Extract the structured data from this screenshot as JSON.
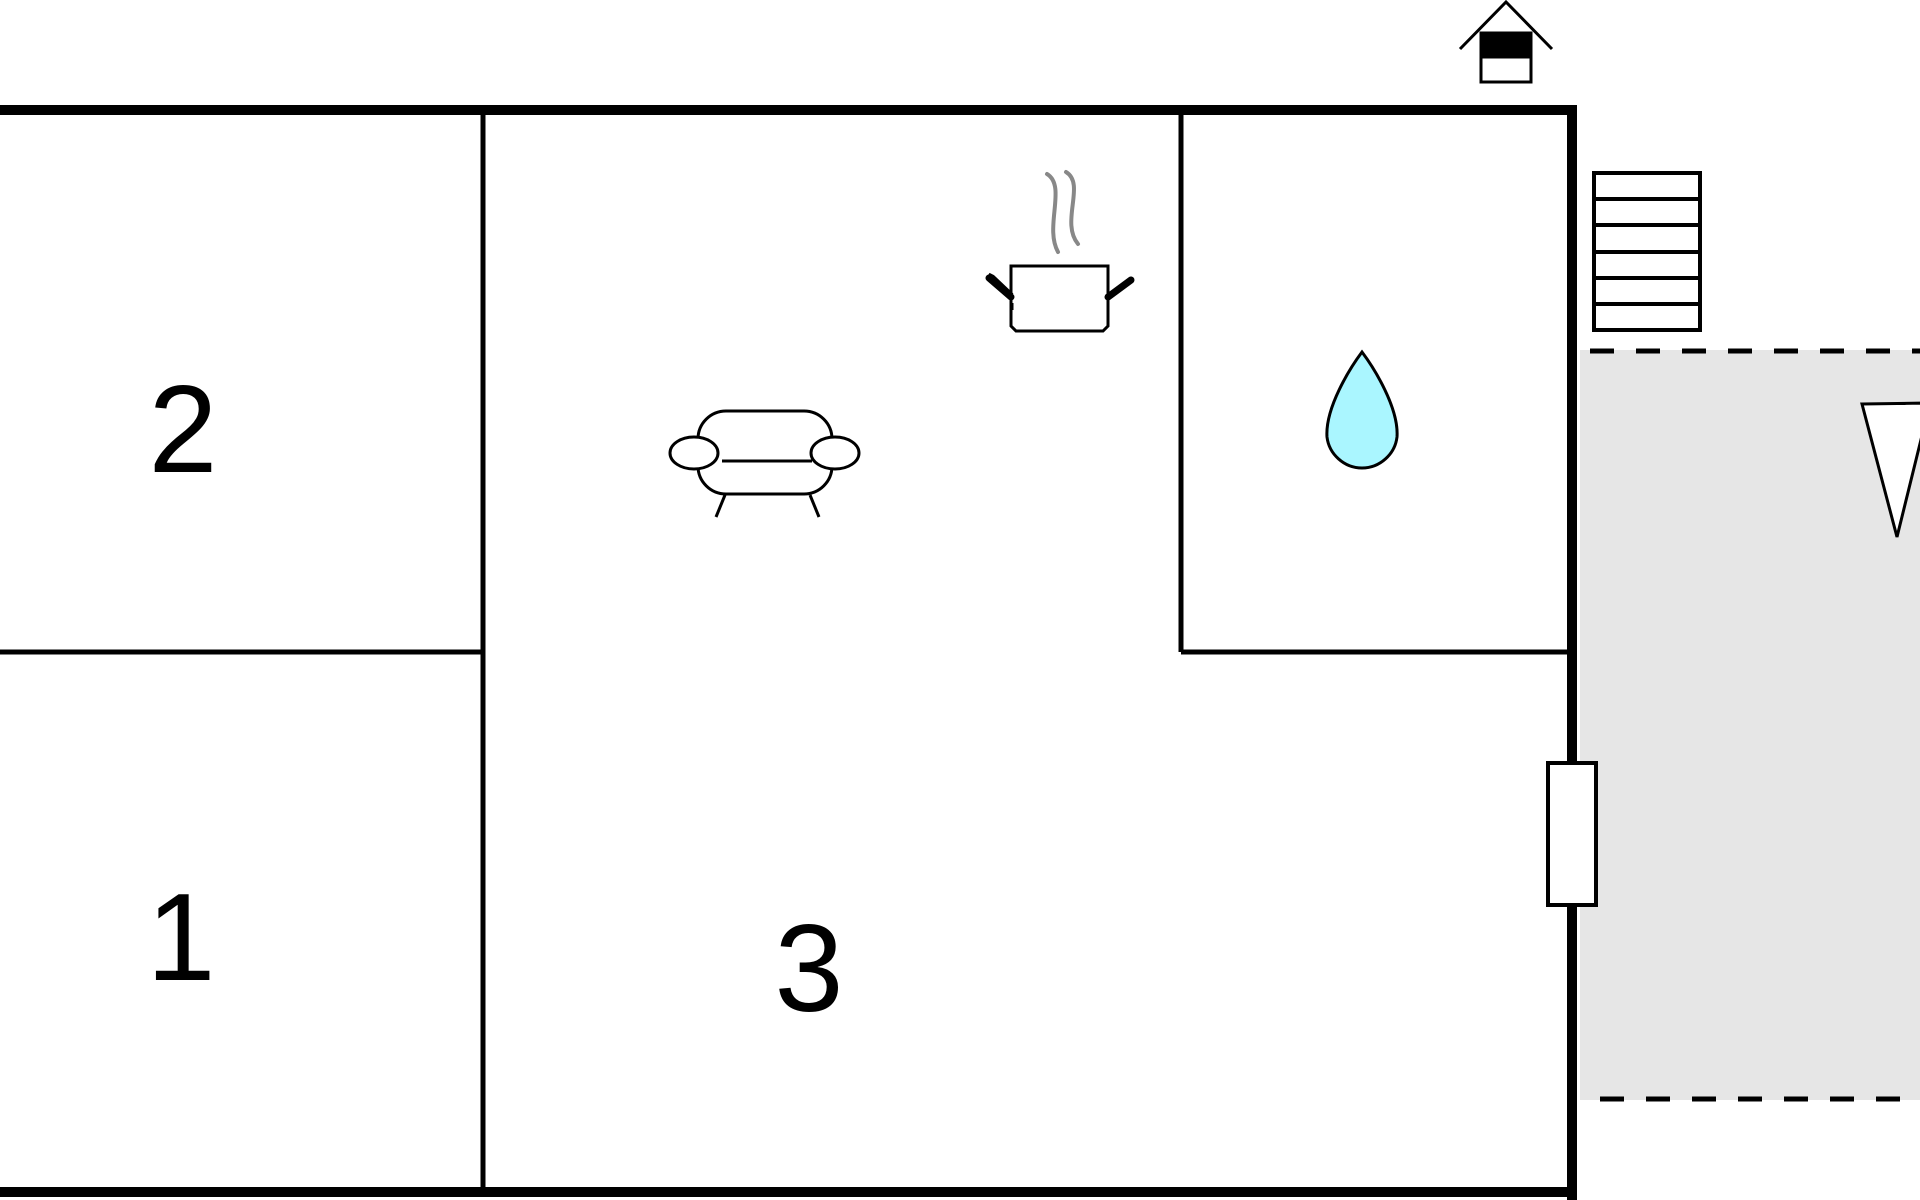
{
  "rooms": [
    {
      "id": "room-1",
      "label": "1"
    },
    {
      "id": "room-2",
      "label": "2"
    },
    {
      "id": "room-3",
      "label": "3"
    }
  ],
  "icons": {
    "entrance": "house-entrance-icon",
    "stairs": "stairs-icon",
    "kitchen": "cooking-pot-icon",
    "living": "sofa-icon",
    "bathroom": "water-drop-icon",
    "door": "door-icon",
    "terrace": "terrace-marker-icon"
  },
  "colors": {
    "walls": "#000000",
    "terrace_fill": "#e6e6e6",
    "water_drop": "#aaf6ff",
    "steam": "#888888"
  }
}
